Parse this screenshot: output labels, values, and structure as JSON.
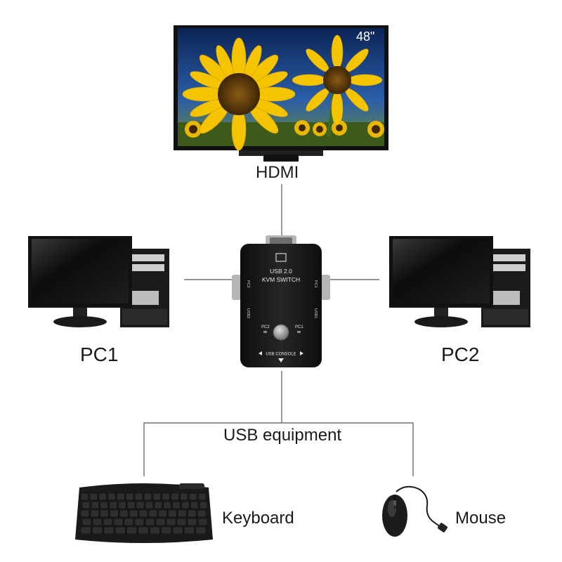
{
  "tv": {
    "size_label": "48\""
  },
  "device": {
    "title_line1": "USB 2.0",
    "title_line2": "KVM SWITCH",
    "port_left": "PC2",
    "port_right": "PC1",
    "usb_left": "USB2",
    "usb_right": "USB1",
    "led_left": "PC2",
    "led_right": "PC1",
    "console_label": "USB CONSOLE"
  },
  "labels": {
    "hdmi": "HDMI",
    "pc1": "PC1",
    "pc2": "PC2",
    "usb_equipment": "USB equipment",
    "keyboard": "Keyboard",
    "mouse": "Mouse"
  },
  "colors": {
    "line": "#555555",
    "device_body": "#1c1c1c",
    "screen_bg": "#0f2a5c",
    "sunflower_petal": "#f5c400",
    "sunflower_center": "#5a3a0c"
  }
}
